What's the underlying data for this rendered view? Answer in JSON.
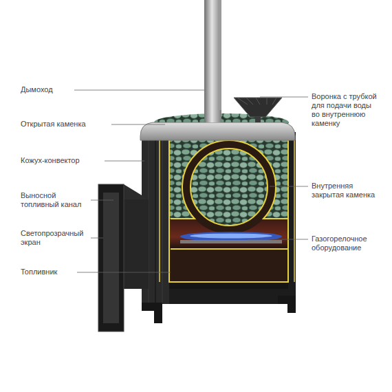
{
  "diagram": {
    "labels": [
      "Дымоход",
      "Открытая каменка",
      "Кожух-конвектор",
      "Выносной топливный канал",
      "Светопрозрачный экран",
      "Топливник",
      "Воронка с трубкой для подачи воды во внутреннюю каменку",
      "Внутренняя закрытая каменка",
      "Газогорелочное оборудование"
    ]
  }
}
